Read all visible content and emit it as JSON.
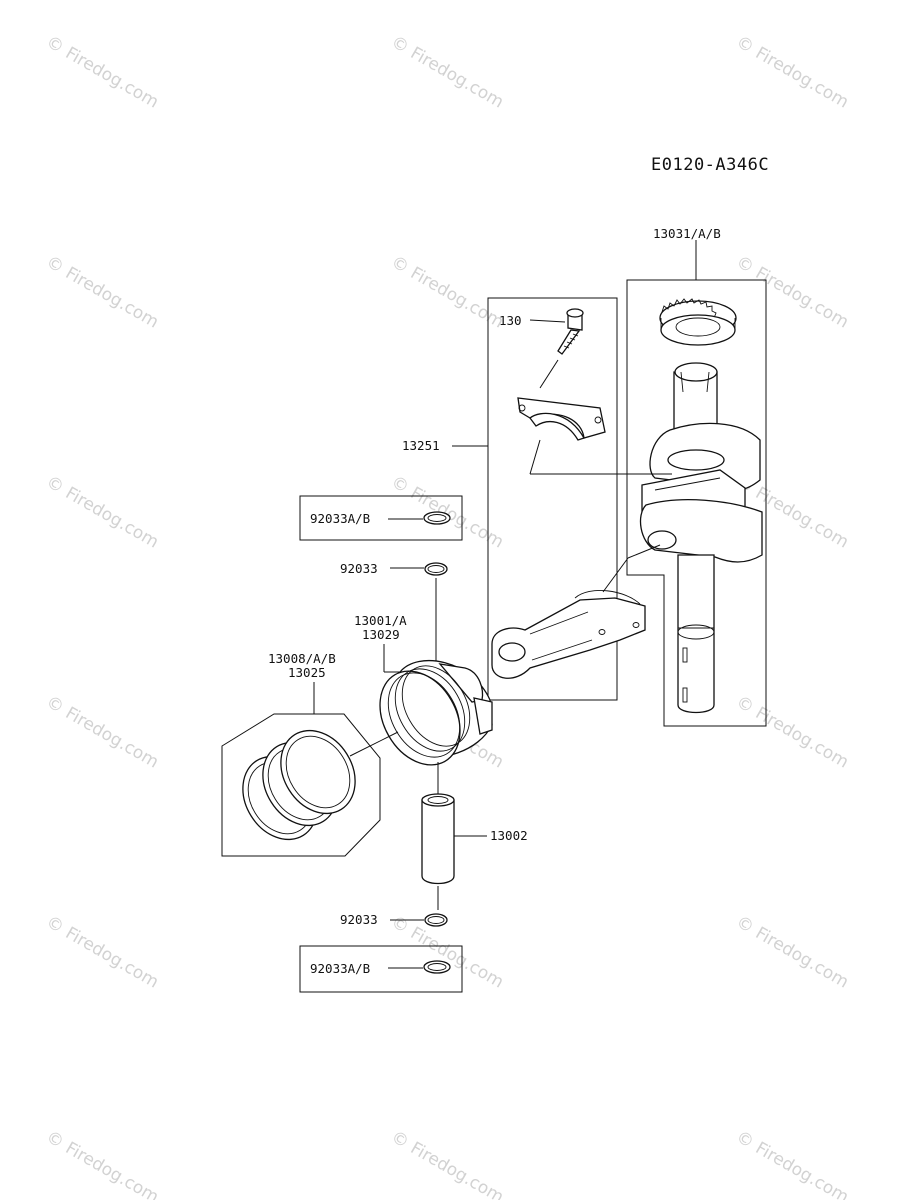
{
  "diagram_code": "E0120-A346C",
  "watermark_text": "© Firedog.com",
  "labels": {
    "gear": "13031/A/B",
    "bolt": "130",
    "conrod": "13251",
    "clip_box_top": "92033A/B",
    "clip_top": "92033",
    "piston_line1": "13001/A",
    "piston_line2": "13029",
    "rings_line1": "13008/A/B",
    "rings_line2": "13025",
    "pin": "13002",
    "clip_bottom": "92033",
    "clip_box_bottom": "92033A/B"
  }
}
